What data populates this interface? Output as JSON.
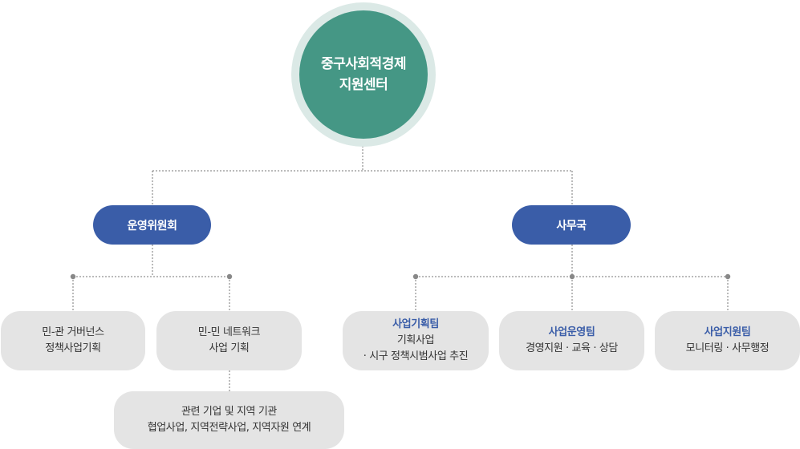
{
  "root": {
    "line1": "중구사회적경제",
    "line2": "지원센터"
  },
  "branches": {
    "left": {
      "label": "운영위원회"
    },
    "right": {
      "label": "사무국"
    }
  },
  "committee_boxes": [
    {
      "line1": "민-관 거버넌스",
      "line2": "정책사업기획"
    },
    {
      "line1": "민-민 네트워크",
      "line2": "사업 기획"
    }
  ],
  "network_child": {
    "line1": "관련 기업 및 지역 기관",
    "line2": "협업사업, 지역전략사업, 지역자원 연계"
  },
  "teams": [
    {
      "name": "사업기획팀",
      "line1": "기획사업",
      "line2": "· 시구 정책시범사업 추진"
    },
    {
      "name": "사업운영팀",
      "line1": "경영지원 · 교육 · 상담"
    },
    {
      "name": "사업지원팀",
      "line1": "모니터링 · 사무행정"
    }
  ],
  "colors": {
    "root": "#459785",
    "root_ring": "#dbe9e6",
    "pill": "#3a5da8",
    "box": "#e4e4e4",
    "team_title": "#3a5da8",
    "line": "#777777"
  }
}
